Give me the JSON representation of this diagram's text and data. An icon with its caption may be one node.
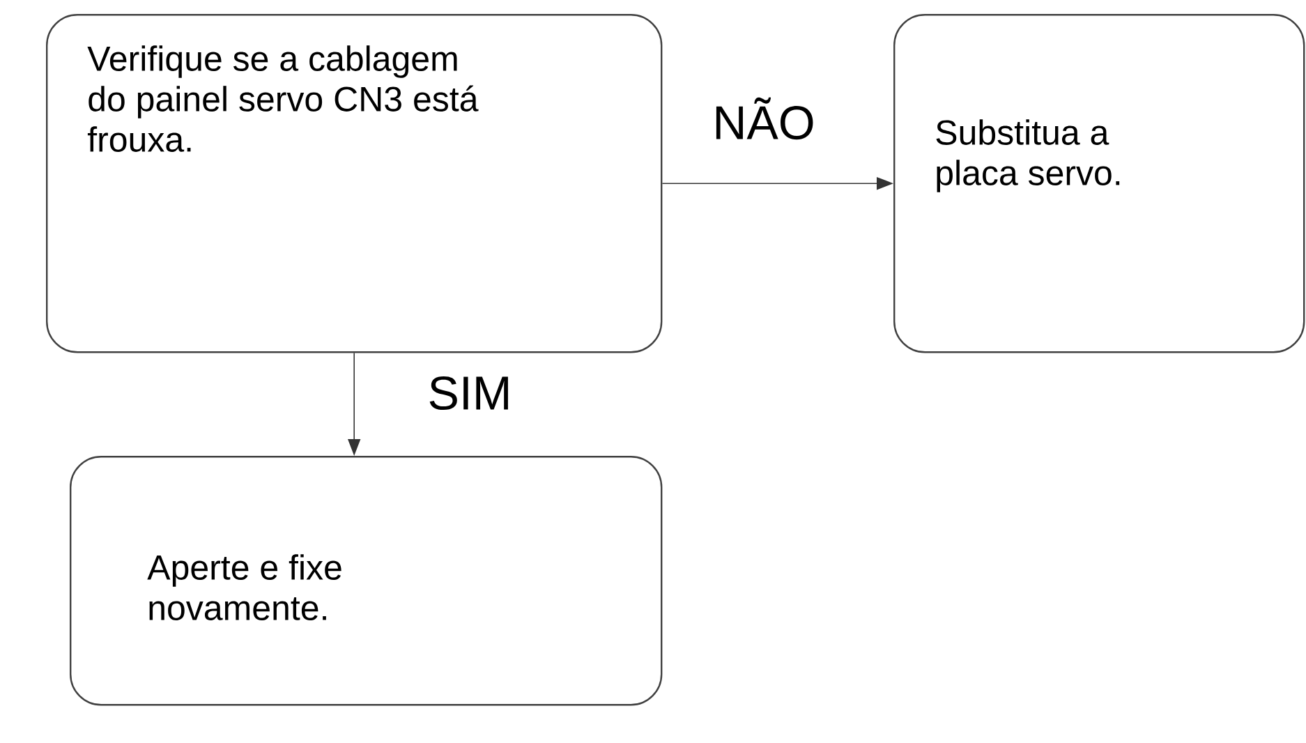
{
  "diagram": {
    "nodes": [
      {
        "text": [
          "Verifique se a cablagem do painel servo CN3 está frouxa."
        ]
      },
      {
        "text": [
          "Substitua a placa servo."
        ]
      },
      {
        "text": [
          "Aperte e fixe novamente."
        ]
      }
    ],
    "edges": [
      {
        "from": 0,
        "to": 1,
        "arrow": "to",
        "label": "NÃO"
      },
      {
        "from": 0,
        "to": 2,
        "arrow": "to",
        "label": "SIM"
      }
    ]
  }
}
